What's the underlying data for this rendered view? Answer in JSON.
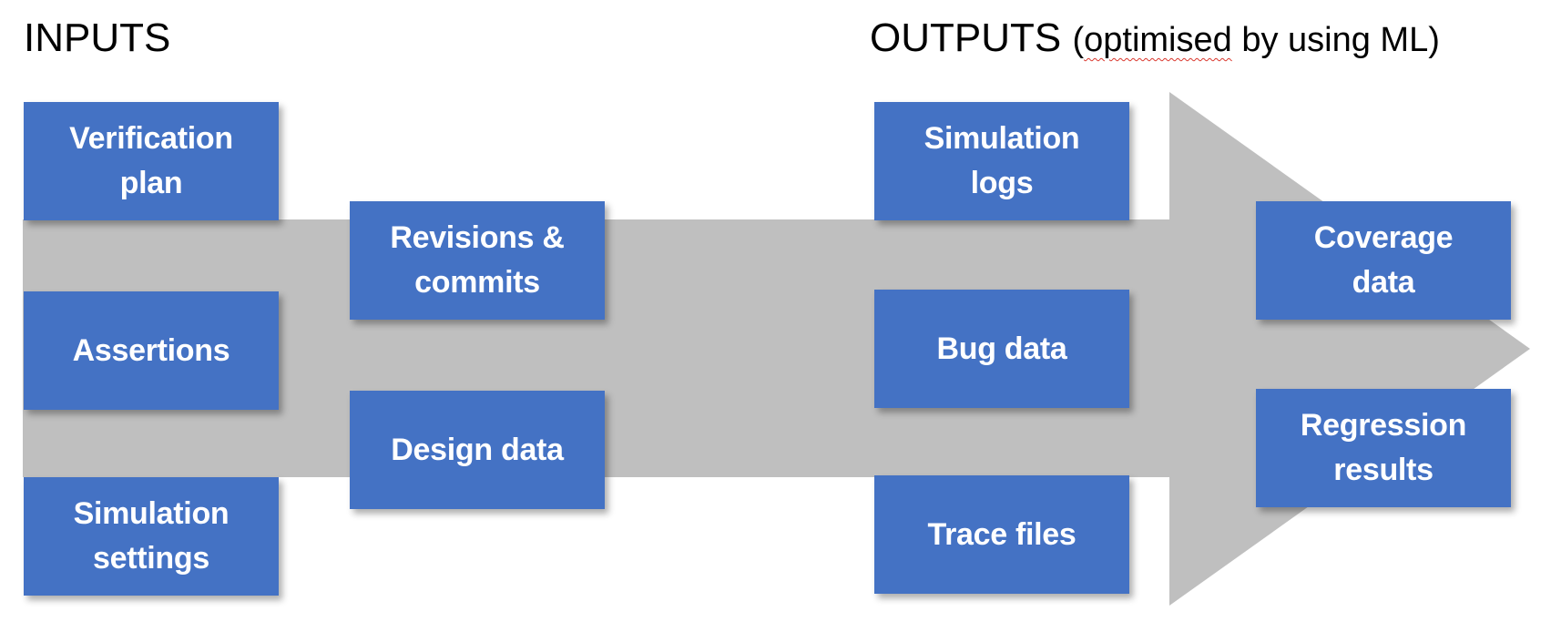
{
  "headings": {
    "inputs": "INPUTS",
    "outputs": "OUTPUTS",
    "outputs_note_open": "(",
    "outputs_note_word": "optimised",
    "outputs_note_rest": " by using ML)"
  },
  "colors": {
    "box_fill": "#4472c4",
    "arrow_fill": "#bfbfbf",
    "box_text": "#ffffff"
  },
  "inputs": [
    {
      "label": "Verification\nplan"
    },
    {
      "label": "Assertions"
    },
    {
      "label": "Simulation\nsettings"
    },
    {
      "label": "Revisions &\ncommits"
    },
    {
      "label": "Design data"
    }
  ],
  "outputs": [
    {
      "label": "Simulation\nlogs"
    },
    {
      "label": "Bug data"
    },
    {
      "label": "Trace files"
    },
    {
      "label": "Coverage\ndata"
    },
    {
      "label": "Regression\nresults"
    }
  ]
}
